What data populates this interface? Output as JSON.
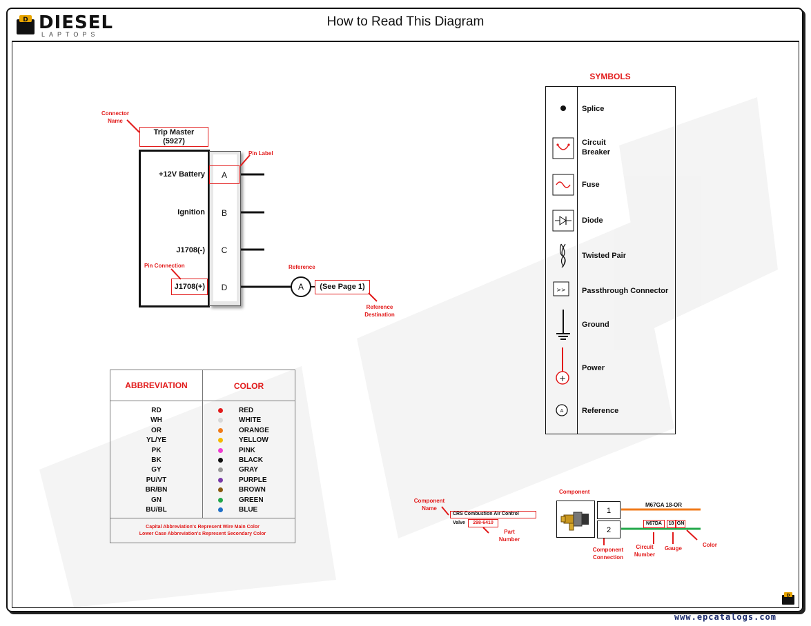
{
  "header": {
    "title": "How to Read This Diagram",
    "logo_word": "DIESEL",
    "logo_sub": "LAPTOPS",
    "logo_badge": "D"
  },
  "connector": {
    "name_annotation": "Connector Name",
    "name_line1": "Trip Master",
    "name_line2": "(5927)",
    "pin_label_annotation": "Pin Label",
    "pin_connection_annotation": "Pin Connection",
    "pins": [
      {
        "label": "+12V Battery",
        "letter": "A"
      },
      {
        "label": "Ignition",
        "letter": "B"
      },
      {
        "label": "J1708(-)",
        "letter": "C"
      },
      {
        "label": "J1708(+)",
        "letter": "D"
      }
    ],
    "reference_annotation": "Reference",
    "reference_letter": "A",
    "reference_destination": "(See Page 1)",
    "reference_destination_annotation": "Reference Destination"
  },
  "symbols": {
    "heading": "SYMBOLS",
    "items": [
      {
        "label": "Splice",
        "icon": "splice-icon"
      },
      {
        "label": "Circuit Breaker",
        "icon": "circuit-breaker-icon"
      },
      {
        "label": "Fuse",
        "icon": "fuse-icon"
      },
      {
        "label": "Diode",
        "icon": "diode-icon"
      },
      {
        "label": "Twisted Pair",
        "icon": "twisted-pair-icon"
      },
      {
        "label": "Passthrough Connector",
        "icon": "passthrough-connector-icon"
      },
      {
        "label": "Ground",
        "icon": "ground-icon"
      },
      {
        "label": "Power",
        "icon": "power-icon"
      },
      {
        "label": "Reference",
        "icon": "reference-icon"
      }
    ],
    "passthrough_glyph": ">>",
    "power_glyph": "+",
    "reference_glyph": "A"
  },
  "abbreviations": {
    "col1": "ABBREVIATION",
    "col2": "COLOR",
    "rows": [
      {
        "abbr": "RD",
        "color": "RED",
        "swatch": "#e21b1b"
      },
      {
        "abbr": "WH",
        "color": "WHITE",
        "swatch": "#d8d8d8"
      },
      {
        "abbr": "OR",
        "color": "ORANGE",
        "swatch": "#f07a1a"
      },
      {
        "abbr": "YL/YE",
        "color": "YELLOW",
        "swatch": "#f5b800"
      },
      {
        "abbr": "PK",
        "color": "PINK",
        "swatch": "#f03cd2"
      },
      {
        "abbr": "BK",
        "color": "BLACK",
        "swatch": "#111111"
      },
      {
        "abbr": "GY",
        "color": "GRAY",
        "swatch": "#9a9a9a"
      },
      {
        "abbr": "PU/VT",
        "color": "PURPLE",
        "swatch": "#7a3aa8"
      },
      {
        "abbr": "BR/BN",
        "color": "BROWN",
        "swatch": "#8a5a10"
      },
      {
        "abbr": "GN",
        "color": "GREEN",
        "swatch": "#22a84a"
      },
      {
        "abbr": "BU/BL",
        "color": "BLUE",
        "swatch": "#1f6fc8"
      }
    ],
    "note1": "Capital Abbreviation's Represent Wire Main Color",
    "note2": "Lower Case Abbreviation's Represent Secondary Color"
  },
  "component": {
    "name_annotation": "Component Name",
    "name": "CRS Combustion Air Control",
    "name_line2": "Valve",
    "part_number": "298-6410",
    "part_number_annotation": "Part Number",
    "component_annotation": "Component",
    "pins": [
      "1",
      "2"
    ],
    "wire1_label": "M67GA 18-OR",
    "wire2_circuit": "N67DA",
    "wire2_gauge": "18",
    "wire2_color": "GN",
    "component_connection_annotation": "Component Connection",
    "circuit_number_annotation": "Circuit Number",
    "gauge_annotation": "Gauge",
    "color_annotation": "Color",
    "wire1_color": "#f07a1a",
    "wire2_color_hex": "#22a84a"
  },
  "footer": {
    "url": "www.epcatalogs.com",
    "badge": "D"
  }
}
